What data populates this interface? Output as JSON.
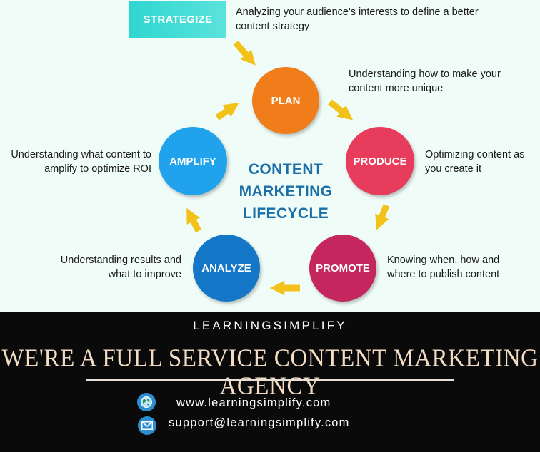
{
  "diagram": {
    "top_step": {
      "label": "STRATEGIZE",
      "description": "Analyzing your audience's interests to define a better content strategy"
    },
    "center_title": [
      "CONTENT",
      "MARKETING",
      "LIFECYCLE"
    ],
    "steps": [
      {
        "label": "PLAN",
        "description": "Understanding how to make your content more unique",
        "color": "#f07d1a"
      },
      {
        "label": "PRODUCE",
        "description": "Optimizing content as you create it",
        "color": "#e83c5c"
      },
      {
        "label": "PROMOTE",
        "description": "Knowing when, how and where to publish content",
        "color": "#c4265d"
      },
      {
        "label": "ANALYZE",
        "description": "Understanding results and what to improve",
        "color": "#1476c6"
      },
      {
        "label": "AMPLIFY",
        "description": "Understanding what content to amplify to optimize ROI",
        "color": "#20a2ec"
      }
    ],
    "arrow_color": "#f3c21a",
    "title_color": "#1b6fa8"
  },
  "footer": {
    "brand": "LEARNINGSIMPLIFY",
    "headline": "WE'RE A FULL SERVICE CONTENT MARKETING AGENCY",
    "website": "www.learningsimplify.com",
    "email": "support@learningsimplify.com",
    "icons": [
      "globe-icon",
      "mail-icon"
    ]
  }
}
